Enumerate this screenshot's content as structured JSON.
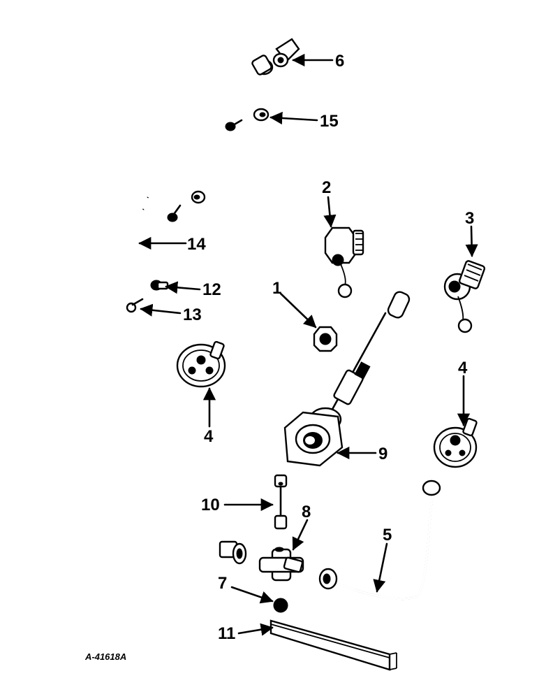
{
  "diagram": {
    "drawing_code": "A-41618A",
    "callouts": {
      "c1": "1",
      "c2": "2",
      "c3": "3",
      "c4a": "4",
      "c4b": "4",
      "c5": "5",
      "c6": "6",
      "c7": "7",
      "c8": "8",
      "c9": "9",
      "c10": "10",
      "c11": "11",
      "c12": "12",
      "c13": "13",
      "c14": "14",
      "c15": "15"
    }
  }
}
